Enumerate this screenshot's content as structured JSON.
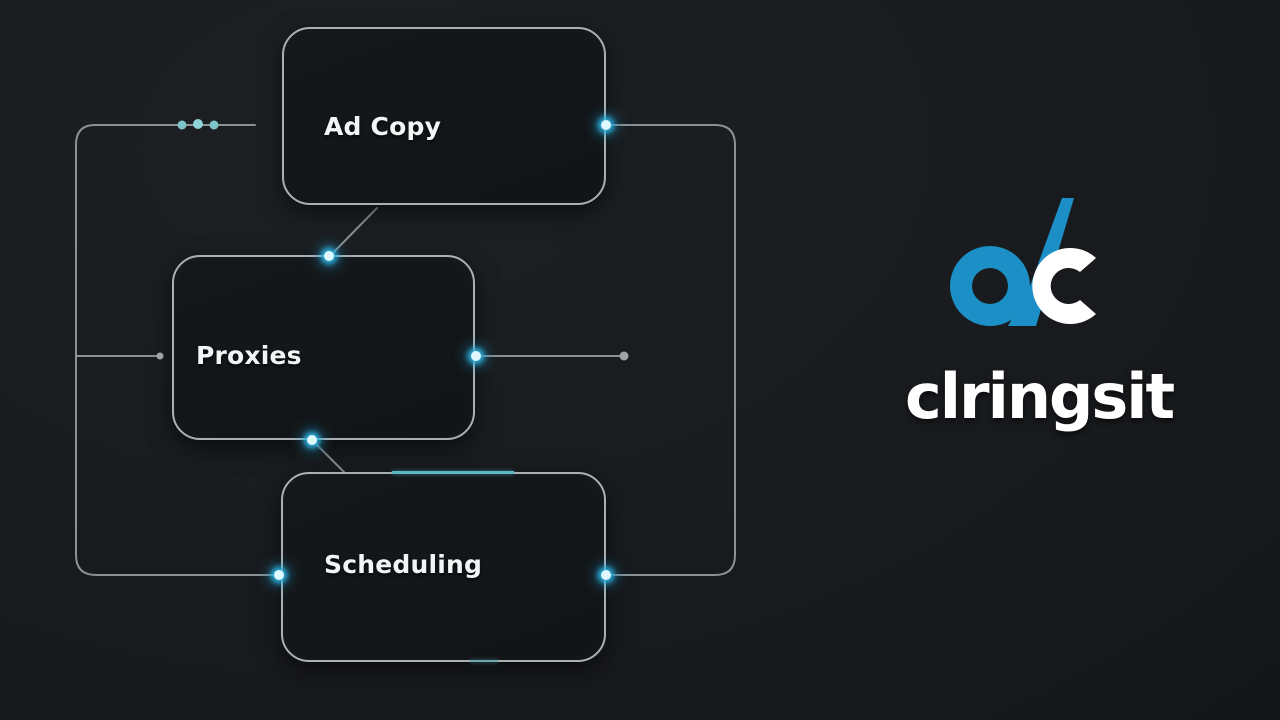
{
  "diagram": {
    "nodes": [
      {
        "id": "ad-copy",
        "label": "Ad Copy"
      },
      {
        "id": "proxies",
        "label": "Proxies"
      },
      {
        "id": "scheduling",
        "label": "Scheduling"
      }
    ],
    "edges": [
      {
        "from": "ad-copy",
        "to": "proxies"
      },
      {
        "from": "proxies",
        "to": "scheduling"
      },
      {
        "from": "ad-copy",
        "to": "scheduling",
        "route": "right-loop"
      },
      {
        "from": "ad-copy",
        "to": "scheduling",
        "route": "left-loop"
      }
    ],
    "colors": {
      "background": "#1a1c1f",
      "node_border": "#a9b0b3",
      "wire": "#8a9296",
      "glow": "#2fb7e6",
      "accent_bar": "#5ab7c4",
      "indicator_dots": "#7cc3c8"
    }
  },
  "brand": {
    "monogram": "dc",
    "name": "clringsit",
    "colors": {
      "monogram_d": "#1b8fc6",
      "monogram_c": "#ffffff",
      "name": "#ffffff"
    }
  }
}
